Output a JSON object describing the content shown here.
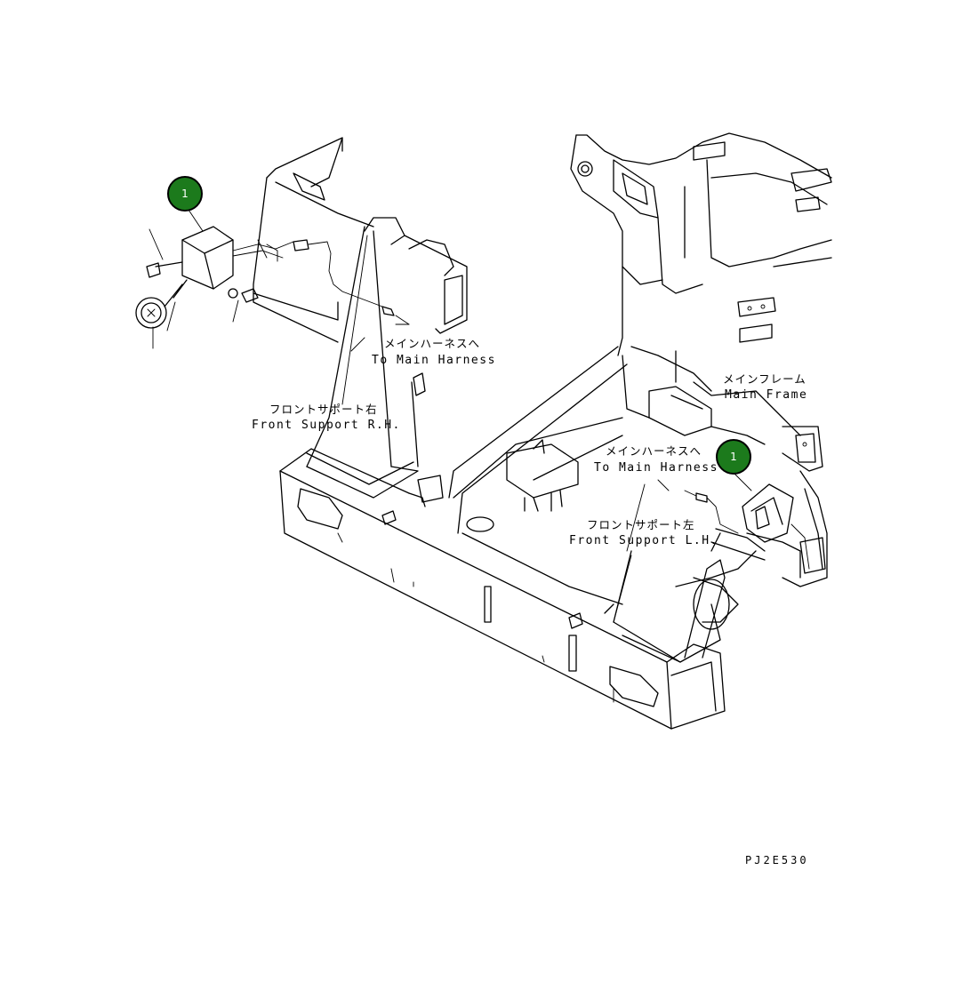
{
  "labels": {
    "main_harness_top_jp": "メインハーネスへ",
    "main_harness_top_en": "To Main Harness",
    "front_support_rh_jp": "フロントサポート右",
    "front_support_rh_en": "Front Support R.H.",
    "main_frame_jp": "メインフレーム",
    "main_frame_en": "Main Frame",
    "main_harness_mid_jp": "メインハーネスへ",
    "main_harness_mid_en": "To Main Harness",
    "front_support_lh_jp": "フロントサポート左",
    "front_support_lh_en": "Front Support L.H."
  },
  "callouts": [
    {
      "number": "1"
    },
    {
      "number": "1"
    }
  ],
  "drawing_code": "PJ2E530",
  "colors": {
    "callout_fill": "#1c7a1c",
    "line": "#000000",
    "background": "#ffffff"
  }
}
